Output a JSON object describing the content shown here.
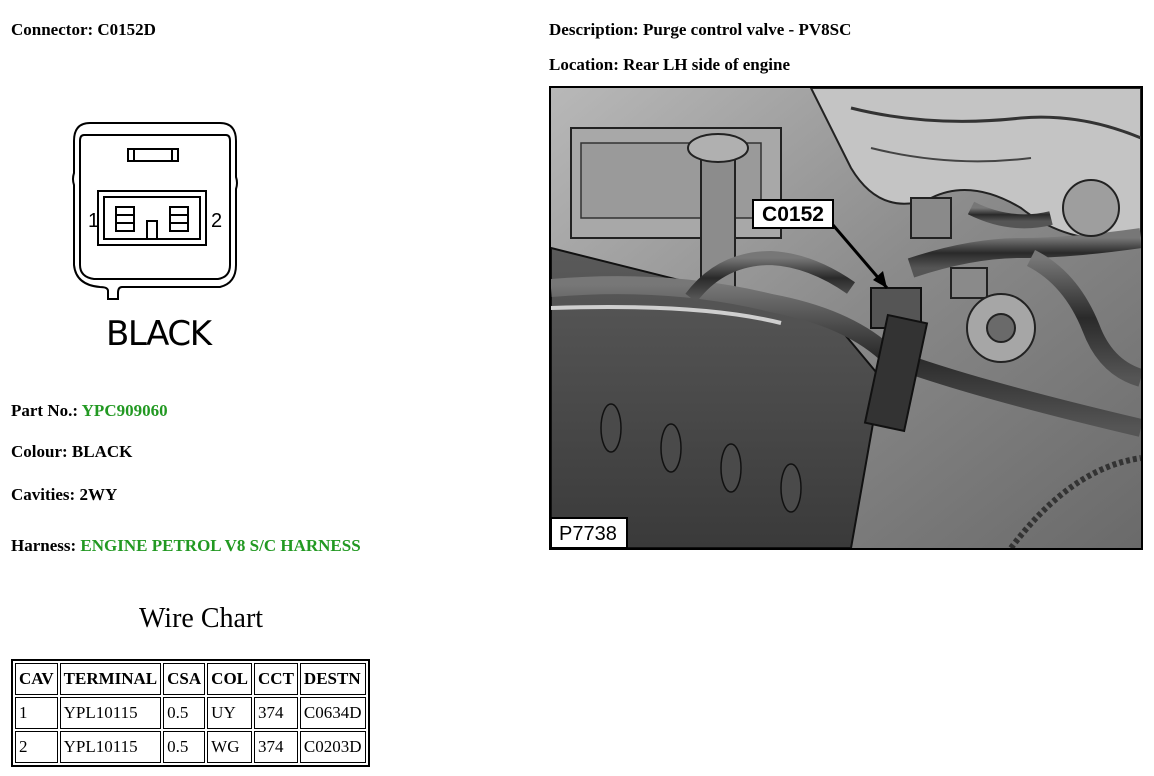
{
  "connector": {
    "label": "Connector:",
    "value": "C0152D"
  },
  "description": {
    "label": "Description:",
    "value": "Purge control valve - PV8SC"
  },
  "location": {
    "label": "Location:",
    "value": "Rear LH side of engine"
  },
  "drawing": {
    "pin_left": "1",
    "pin_right": "2",
    "colour_caption": "BLACK"
  },
  "photo": {
    "callout": "C0152",
    "figure_id": "P7738"
  },
  "part_no": {
    "label": "Part No.:",
    "value": "YPC909060"
  },
  "colour": {
    "label": "Colour:",
    "value": "BLACK"
  },
  "cavities": {
    "label": "Cavities:",
    "value": "2WY"
  },
  "harness": {
    "label": "Harness:",
    "value": "ENGINE PETROL V8 S/C HARNESS"
  },
  "link_color": "#229922",
  "wire_chart": {
    "title": "Wire Chart",
    "headers": [
      "CAV",
      "TERMINAL",
      "CSA",
      "COL",
      "CCT",
      "DESTN"
    ],
    "rows": [
      [
        "1",
        "YPL10115",
        "0.5",
        "UY",
        "374",
        "C0634D"
      ],
      [
        "2",
        "YPL10115",
        "0.5",
        "WG",
        "374",
        "C0203D"
      ]
    ]
  }
}
